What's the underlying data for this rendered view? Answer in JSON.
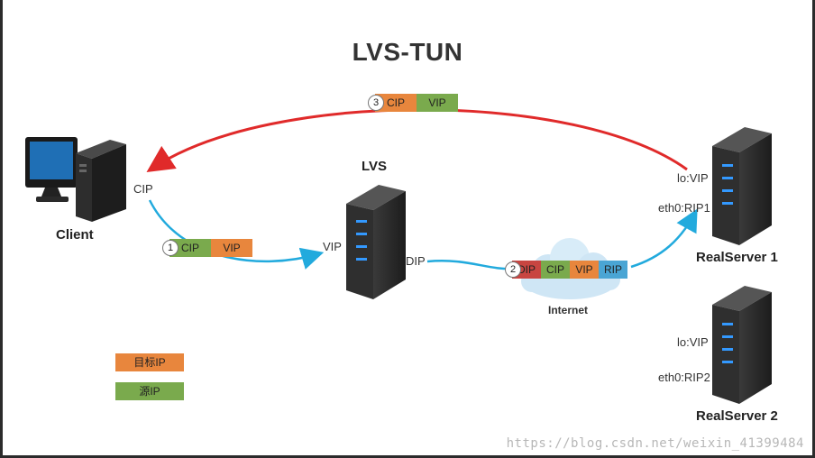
{
  "title": "LVS-TUN",
  "client": {
    "name": "Client",
    "ip_label": "CIP"
  },
  "lvs": {
    "name": "LVS",
    "vip_label": "VIP",
    "dip_label": "DIP"
  },
  "internet_label": "Internet",
  "realserver1": {
    "name": "RealServer 1",
    "lo_label": "lo:VIP",
    "eth_label": "eth0:RIP1"
  },
  "realserver2": {
    "name": "RealServer 2",
    "lo_label": "lo:VIP",
    "eth_label": "eth0:RIP2"
  },
  "packets": {
    "p1": {
      "num": "1",
      "cells": [
        "CIP",
        "VIP"
      ]
    },
    "p2": {
      "num": "2",
      "cells": [
        "DIP",
        "CIP",
        "VIP",
        "RIP"
      ]
    },
    "p3": {
      "num": "3",
      "cells": [
        "CIP",
        "VIP"
      ]
    }
  },
  "legend": {
    "target": "目标IP",
    "source": "源IP"
  },
  "colors": {
    "target_ip": "#e8863d",
    "source_ip": "#7aaa4d",
    "tunnel_dip": "#c84541",
    "tunnel_rip": "#4aa5d4",
    "request_arrow": "#22aadd",
    "response_arrow": "#e02a2a"
  },
  "watermark": "https://blog.csdn.net/weixin_41399484"
}
